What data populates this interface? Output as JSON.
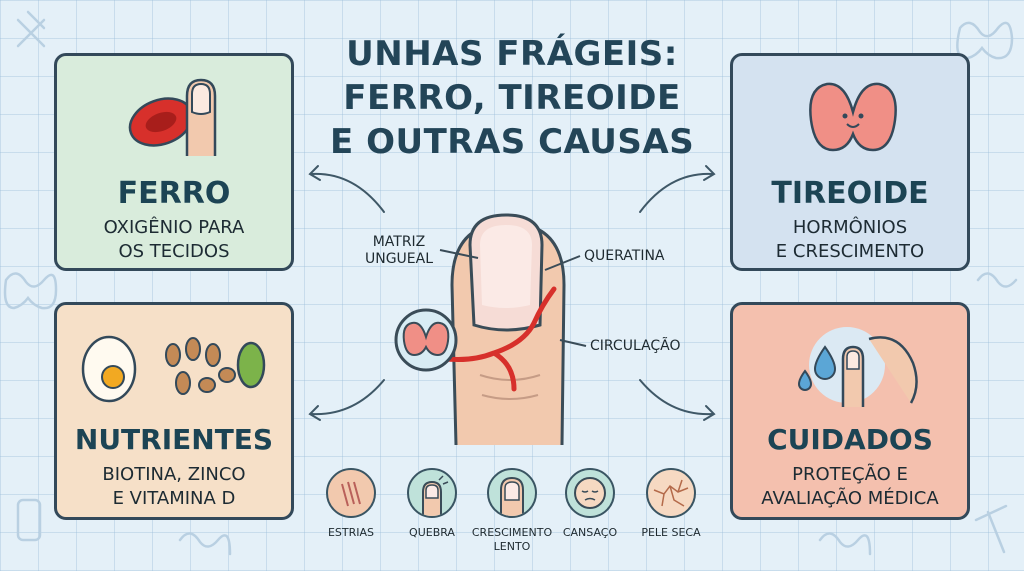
{
  "title": [
    "UNHAS FRÁGEIS:",
    "FERRO, TIREOIDE",
    "E OUTRAS CAUSAS"
  ],
  "cards": {
    "ferro": {
      "heading": "FERRO",
      "sub": [
        "OXIGÊNIO PARA",
        "OS TECIDOS"
      ],
      "icon": "red-blood-cell-and-finger-icon"
    },
    "tireoide": {
      "heading": "TIREOIDE",
      "sub": [
        "HORMÔNIOS",
        "E CRESCIMENTO"
      ],
      "icon": "thyroid-gland-icon"
    },
    "nutrientes": {
      "heading": "NUTRIENTES",
      "sub": [
        "BIOTINA, ZINCO",
        "E VITAMINA D"
      ],
      "icon": "egg-and-seeds-icon"
    },
    "cuidados": {
      "heading": "CUIDADOS",
      "sub": [
        "PROTEÇÃO E",
        "AVALIAÇÃO MÉDICA"
      ],
      "icon": "water-drop-and-hand-icon"
    }
  },
  "center": {
    "labels": {
      "matriz": [
        "MATRIZ",
        "UNGUEAL"
      ],
      "queratina": "QUERATINA",
      "circulacao": "CIRCULAÇÃO"
    },
    "icon": "finger-nail-icon"
  },
  "symptoms": [
    {
      "label": "ESTRIAS",
      "icon": "ridged-nail-icon"
    },
    {
      "label": "QUEBRA",
      "icon": "broken-nail-icon"
    },
    {
      "label": "CRESCIMENTO LENTO",
      "icon": "short-nail-icon"
    },
    {
      "label": "CANSAÇO",
      "icon": "tired-face-icon"
    },
    {
      "label": "PELE SECA",
      "icon": "cracked-skin-icon"
    }
  ],
  "colors": {
    "ferro_bg": "#d9ecdc",
    "tireoide_bg": "#d4e2f0",
    "nutrientes_bg": "#f6e0c8",
    "cuidados_bg": "#f4c0ae",
    "outline": "#33495a",
    "blood": "#d7302b",
    "skin": "#f2c9ae"
  }
}
